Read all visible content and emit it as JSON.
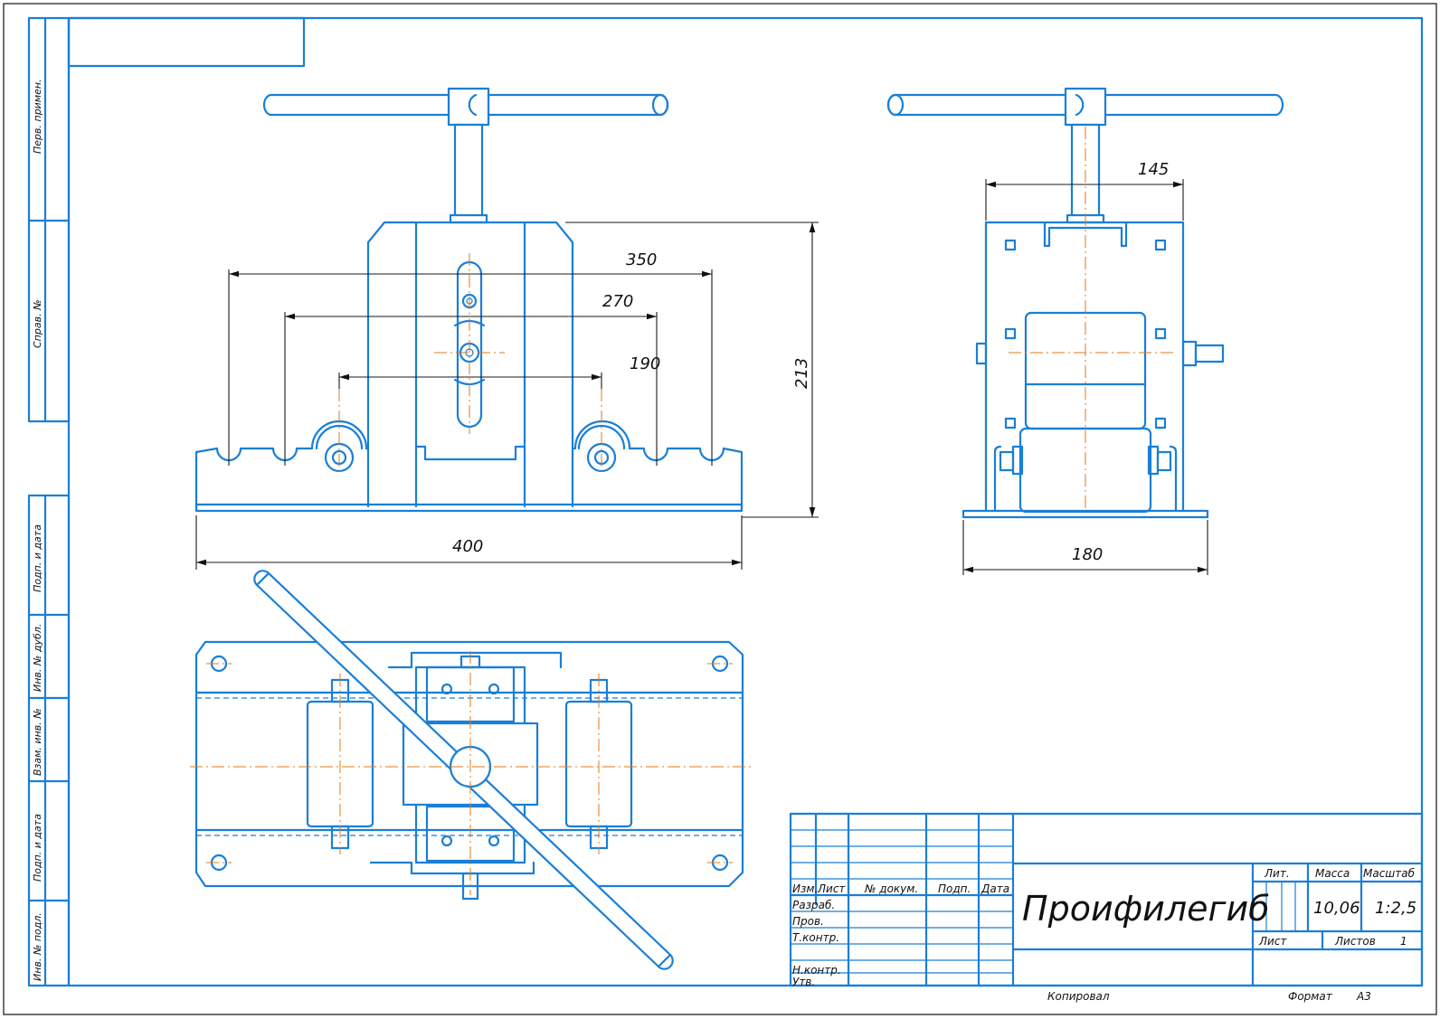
{
  "side_strip": {
    "perv_primen": "Перв. примен.",
    "sprav_no": "Справ. №",
    "podp_data_top": "Подп. и дата",
    "inv_dubl": "Инв. № дубл.",
    "vzam_inv": "Взам. инв. №",
    "podp_data_bottom": "Подп. и дата",
    "inv_podl": "Инв. № подл."
  },
  "dimensions": {
    "d350": "350",
    "d270": "270",
    "d190": "190",
    "d213": "213",
    "d400": "400",
    "d145": "145",
    "d180": "180"
  },
  "title_block": {
    "izm": "Изм.",
    "list": "Лист",
    "no_dokum": "№ докум.",
    "podp": "Подп.",
    "data": "Дата",
    "razrab": "Разраб.",
    "prov": "Пров.",
    "t_kontr": "Т.контр.",
    "n_kontr": "Н.контр.",
    "utv": "Утв.",
    "title": "Проифилегиб",
    "lit": "Лит.",
    "massa": "Масса",
    "masshtab": "Масштаб",
    "massa_value": "10,06",
    "masshtab_value": "1:2,5",
    "list_label": "Лист",
    "listov_label": "Листов",
    "listov_value": "1"
  },
  "footer": {
    "kopiroval": "Копировал",
    "format_label": "Формат",
    "format_value": "A3"
  },
  "colors": {
    "line": "#1a7fd6",
    "axis": "#e07a1a",
    "dimension": "#1a1a1a"
  }
}
